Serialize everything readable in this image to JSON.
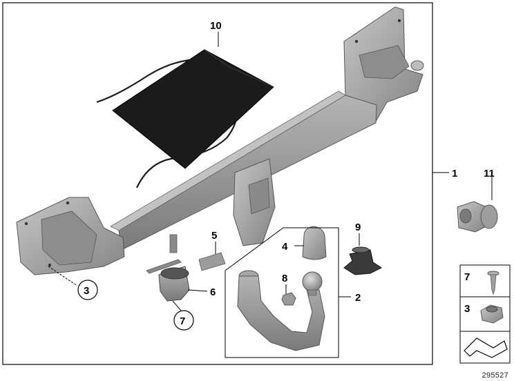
{
  "callouts": {
    "c1": "1",
    "c2": "2",
    "c3": "3",
    "c4": "4",
    "c5": "5",
    "c6": "6",
    "c7": "7",
    "c8": "8",
    "c9": "9",
    "c10": "10",
    "c11": "11"
  },
  "legend": {
    "screw": "7",
    "nut": "3"
  },
  "document_number": "295527",
  "colors": {
    "part_grey": "#9a9a9a",
    "part_dark": "#6e6e6e",
    "line": "#000000",
    "bag": "#1a1a1a"
  }
}
